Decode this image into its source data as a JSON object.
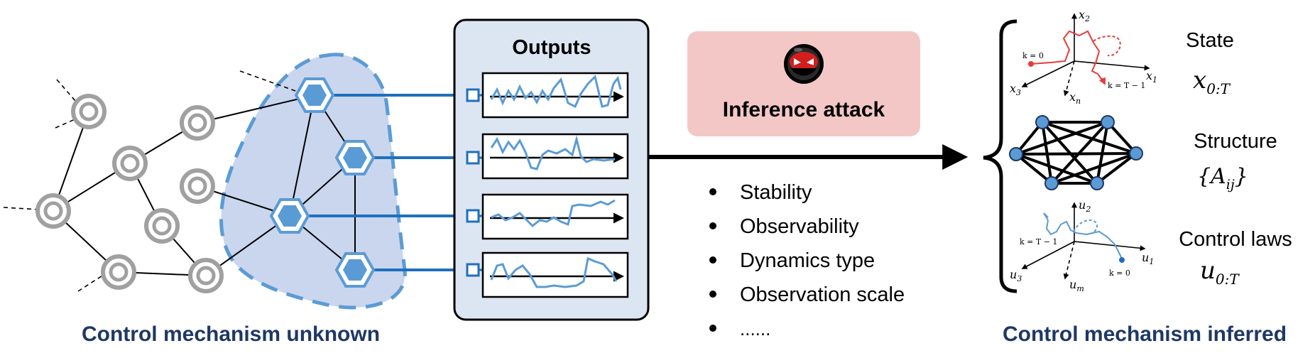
{
  "captions": {
    "left": "Control mechanism unknown",
    "right": "Control mechanism inferred"
  },
  "outputs_panel": {
    "title": "Outputs"
  },
  "attack_box": {
    "label": "Inference attack",
    "icon": "hacker-icon"
  },
  "properties": [
    "Stability",
    "Observability",
    "Dynamics type",
    "Observation scale",
    "......"
  ],
  "inferred": {
    "state": {
      "label": "State",
      "symbol": "x",
      "subscript": "0:T"
    },
    "structure": {
      "label": "Structure",
      "symbol": "{A",
      "subscript": "ij",
      "close": "}"
    },
    "control": {
      "label": "Control laws",
      "symbol": "u",
      "subscript": "0:T"
    }
  },
  "state_plot": {
    "axes": {
      "up": "x",
      "up_sub": "2",
      "right": "x",
      "right_sub": "1",
      "left": "x",
      "left_sub": "3",
      "down": "x",
      "down_sub": "n"
    },
    "start_label": "k = 0",
    "end_label": "k = T − 1"
  },
  "control_plot": {
    "axes": {
      "up": "u",
      "up_sub": "2",
      "right": "u",
      "right_sub": "1",
      "left": "u",
      "left_sub": "3",
      "down": "u",
      "down_sub": "m"
    },
    "start_label": "k = 0",
    "end_label": "k = T − 1"
  },
  "colors": {
    "accent_blue": "#5b9bd5",
    "dark_blue": "#1f3864",
    "region_fill": "#c9d6ee",
    "panel_fill": "#dce6f2",
    "attack_fill": "#f4c7c7",
    "red_curve": "#e83a3a",
    "ring_gray": "#a0a0a0"
  }
}
